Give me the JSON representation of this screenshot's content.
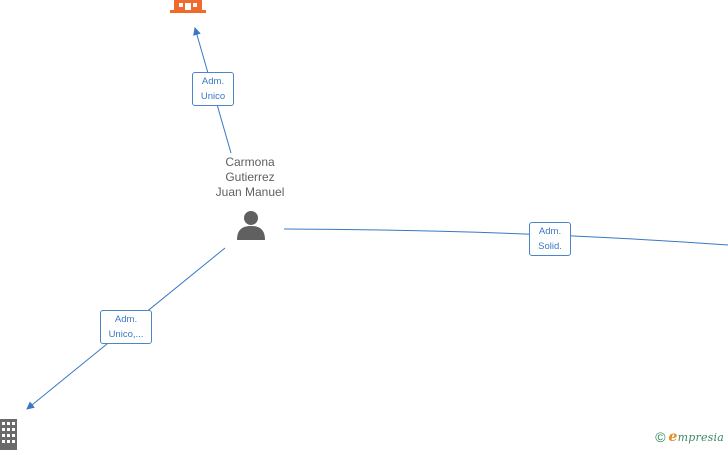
{
  "colors": {
    "edge": "#3a78c2",
    "person": "#606060",
    "company_active": "#f06a2c",
    "company_inactive": "#6a6a6a"
  },
  "person": {
    "name_lines": [
      "Carmona",
      "Gutierrez",
      "Juan Manuel"
    ],
    "icon": "person-icon"
  },
  "companies": [
    {
      "icon": "building-icon",
      "status": "active"
    },
    {
      "icon": "building-icon",
      "status": "inactive"
    }
  ],
  "relations": [
    {
      "lines": [
        "Adm.",
        "Unico"
      ]
    },
    {
      "lines": [
        "Adm.",
        "Solid."
      ]
    },
    {
      "lines": [
        "Adm.",
        "Unico,..."
      ]
    }
  ],
  "brand": {
    "copyright": "©",
    "initial": "e",
    "rest": "mpresia"
  }
}
